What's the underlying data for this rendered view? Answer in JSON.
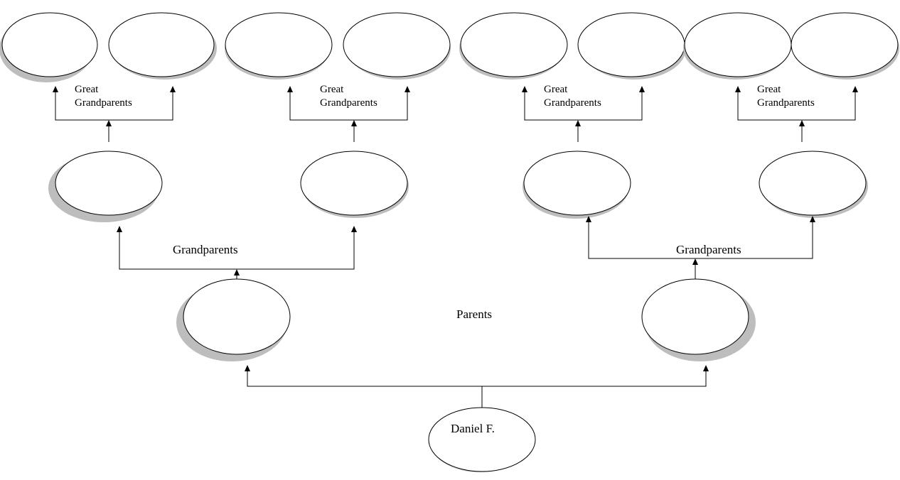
{
  "tree": {
    "child": {
      "name": "Daniel F."
    },
    "generation_labels": {
      "parents": "Parents",
      "grandparents_paternal": "Grandparents",
      "grandparents_maternal": "Grandparents",
      "great_grandparents": [
        {
          "line1": "Great",
          "line2": "Grandparents"
        },
        {
          "line1": "Great",
          "line2": "Grandparents"
        },
        {
          "line1": "Great",
          "line2": "Grandparents"
        },
        {
          "line1": "Great",
          "line2": "Grandparents"
        }
      ]
    }
  },
  "colors": {
    "line": "#000000",
    "node_fill": "#ffffff",
    "shadow": "#bdbdbd"
  }
}
